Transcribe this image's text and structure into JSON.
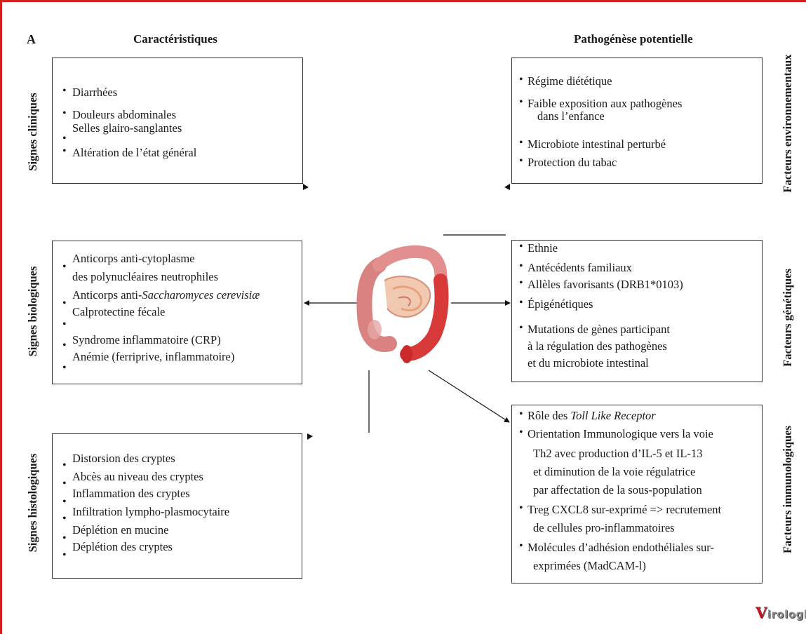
{
  "panel_label": "A",
  "headers": {
    "left": "Caractéristiques",
    "right": "Pathogénèse potentielle"
  },
  "side_labels": {
    "clinical": "Signes cliniques",
    "biological": "Signes biologiques",
    "histological": "Signes histologiques",
    "environmental": "Facteurs environnementaux",
    "genetic": "Facteurs génétiques",
    "immunological": "Facteurs immunologiques"
  },
  "clinical": {
    "items": [
      "Diarrhées",
      "Douleurs abdominales",
      "Selles glairo-sanglantes",
      "Altération de l’état général"
    ]
  },
  "biological": {
    "items": [
      "Anticorps anti-cytoplasme",
      "des polynucléaires neutrophiles",
      "Anticorps anti-",
      "Saccharomyces cerevisiæ",
      "Calprotectine fécale",
      "Syndrome inflammatoire (CRP)",
      "Anémie (ferriprive, inflammatoire)"
    ]
  },
  "histological": {
    "items": [
      "Distorsion des cryptes",
      "Abcès au niveau des cryptes",
      "Inflammation des cryptes",
      "Infiltration lympho-plasmocytaire",
      "Déplétion en mucine",
      "Déplétion des cryptes"
    ]
  },
  "environmental": {
    "items": [
      "Régime diététique",
      "Faible exposition aux pathogènes",
      "dans l’enfance",
      "Microbiote intestinal perturbé",
      "Protection du tabac"
    ]
  },
  "genetic": {
    "items": [
      "Ethnie",
      "Antécédents familiaux",
      "Allèles favorisants (DRB1*0103)",
      "Épigénétiques",
      "Mutations de gènes participant",
      "à la régulation des pathogènes",
      "et du microbiote intestinal"
    ]
  },
  "immunological": {
    "items": [
      "Rôle des ",
      "Toll Like Receptor",
      "Orientation Immunologique vers la voie",
      "Th2 avec production d’IL-5 et IL-13",
      "et diminution de la voie régulatrice",
      "par affectation de la sous-population",
      "Treg CXCL8 sur-exprimé => recrutement",
      "de cellules pro-inflammatoires",
      "Molécules d’adhésion endothéliales sur-",
      "exprimées (MadCAM-l)"
    ]
  },
  "logo": {
    "first_letter": "V",
    "rest": "irologie"
  },
  "colors": {
    "frame": "#d42020",
    "organ": "#d83a3a",
    "logo_red": "#c0181f"
  }
}
